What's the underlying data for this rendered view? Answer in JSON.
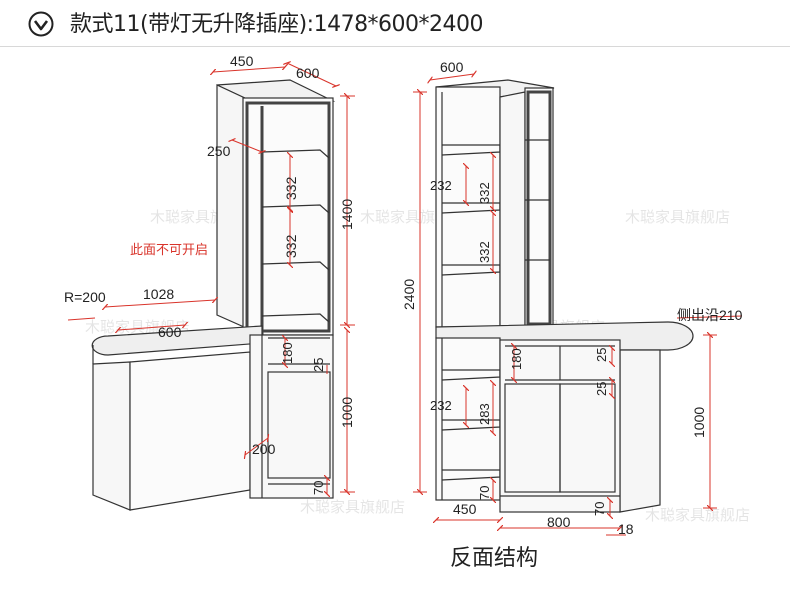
{
  "title": "款式11(带灯无升降插座):1478*600*2400",
  "caption": "反面结构",
  "note": "此面不可开启",
  "watermark": "木聪家具旗舰店",
  "colors": {
    "dimension": "#d9342b",
    "line": "#333333",
    "frame": "#444444",
    "face": "#f4f4f4"
  },
  "icons": {
    "title": "chevron-circle-down-icon"
  },
  "left_view": {
    "top_width": "450",
    "top_depth": "600",
    "shelf_depth": "250",
    "shelf_1": "332",
    "shelf_2": "332",
    "height_total": "1400",
    "radius": "R=200",
    "table_length": "1028",
    "table_depth": "600",
    "drawer": "180",
    "drawer_gap": "25",
    "lower_height": "1000",
    "door_width": "200",
    "plinth": "70"
  },
  "right_view": {
    "top_depth": "600",
    "shelf_a": "232",
    "shelf_b": "332",
    "shelf_c": "332",
    "total_height": "2400",
    "side_edge": "侧出沿210",
    "drawer": "180",
    "drawer_gap_1": "25",
    "drawer_gap_2": "25",
    "shelf_d": "232",
    "shelf_e": "283",
    "lower_height": "1000",
    "plinth_left": "70",
    "plinth_right": "70",
    "base_width_left": "450",
    "base_width_right": "800",
    "base_edge": "18"
  }
}
